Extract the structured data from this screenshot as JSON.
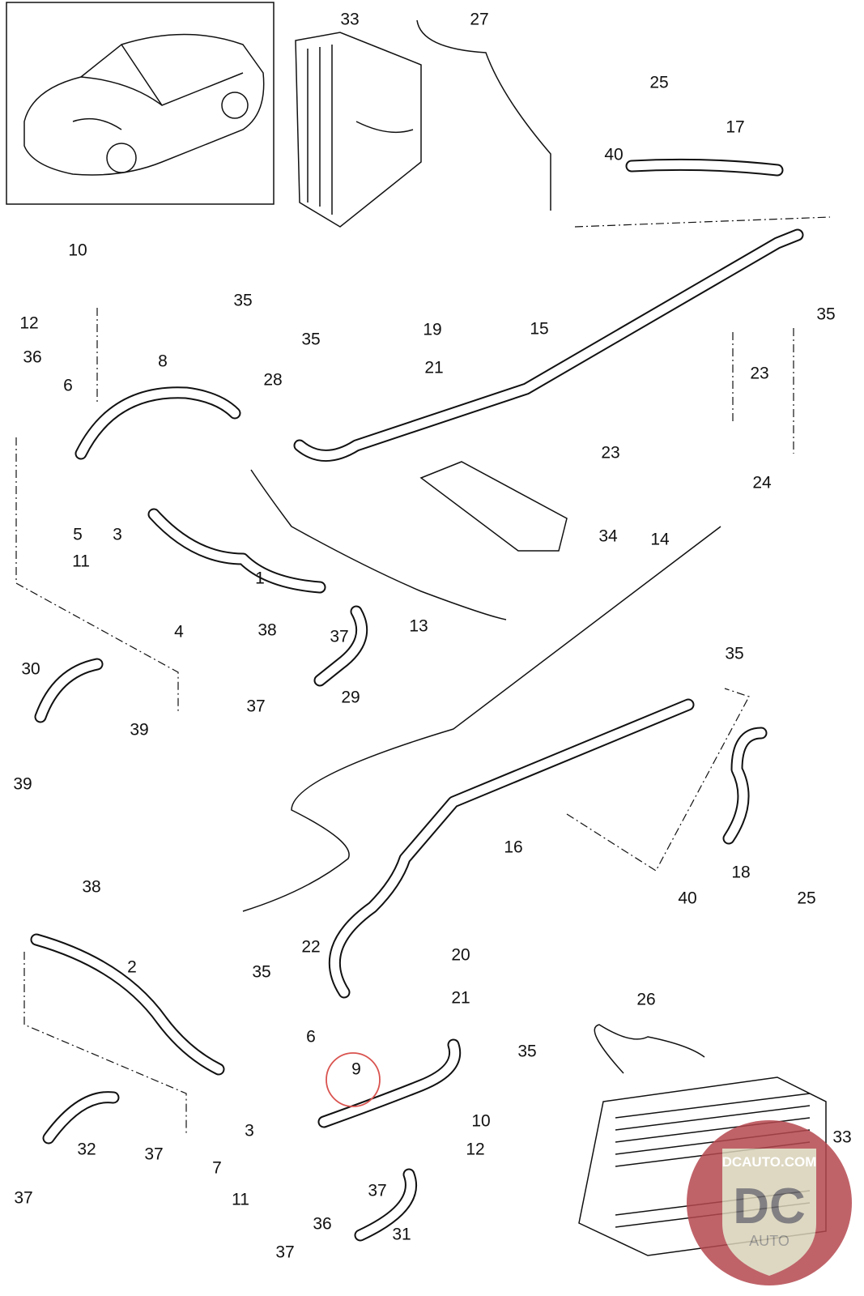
{
  "diagram": {
    "highlight_color": "#d9534f",
    "highlighted_part": "9",
    "callouts": [
      "33",
      "27",
      "25",
      "17",
      "40",
      "10",
      "12",
      "35",
      "19",
      "35",
      "15",
      "35",
      "21",
      "36",
      "6",
      "8",
      "28",
      "23",
      "23",
      "24",
      "5",
      "3",
      "11",
      "34",
      "14",
      "1",
      "4",
      "38",
      "37",
      "13",
      "30",
      "29",
      "37",
      "39",
      "35",
      "39",
      "16",
      "18",
      "40",
      "25",
      "38",
      "2",
      "22",
      "20",
      "35",
      "21",
      "26",
      "35",
      "9",
      "6",
      "3",
      "10",
      "32",
      "37",
      "12",
      "7",
      "33",
      "37",
      "37",
      "11",
      "36",
      "31",
      "37"
    ]
  },
  "watermark": {
    "text_top": "DCAUTO.COM",
    "monogram": "DC",
    "text_bottom": "AUTO",
    "color": "#b5484f"
  }
}
